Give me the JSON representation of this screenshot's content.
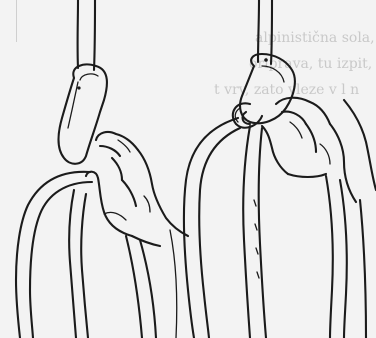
{
  "bleed_through_text": {
    "line1": "alpinistična sola,",
    "line2": "oriprava, tu izpit,",
    "line3": "t vrv, zato vleze v l n"
  },
  "illustration": {
    "left_figure": "hand-holding-rope-through-carabiner",
    "right_figure": "hand-gripping-rope-loop-in-carabiner"
  }
}
